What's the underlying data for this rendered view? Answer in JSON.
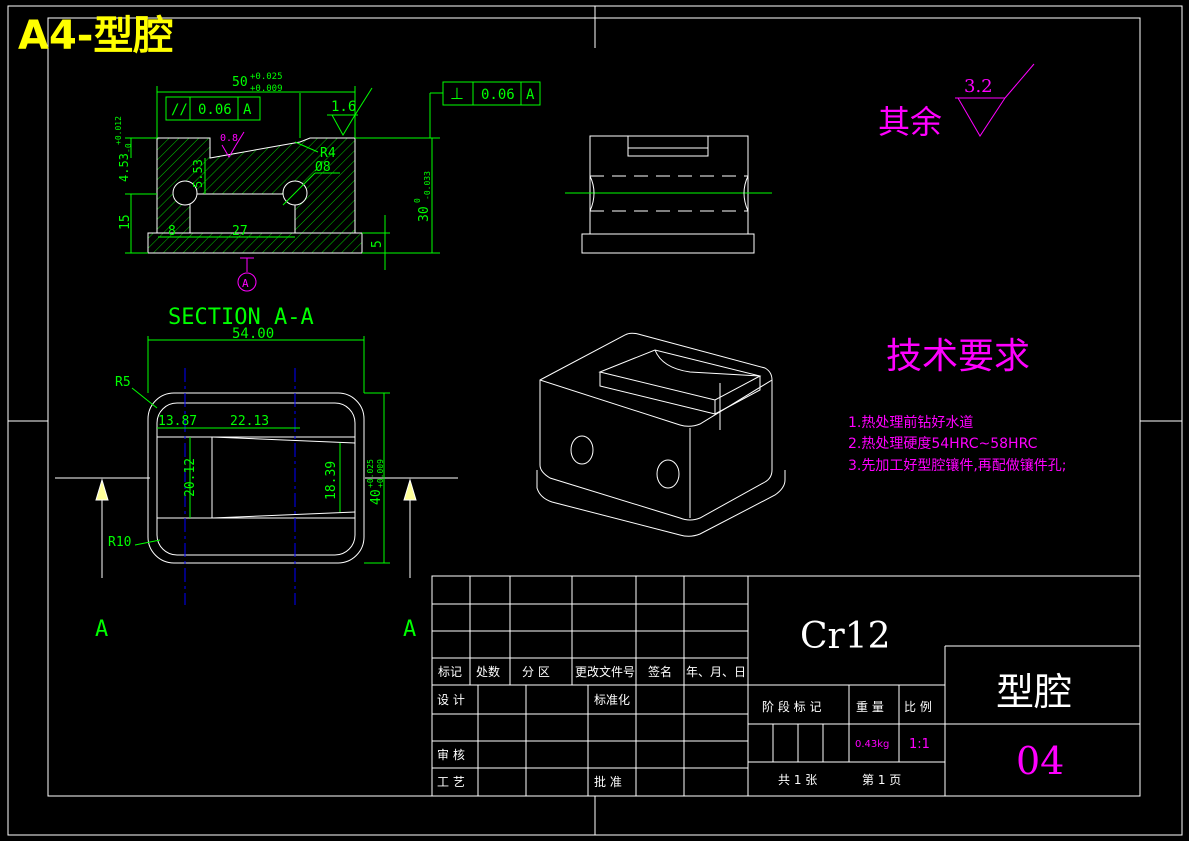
{
  "sheet_title": "A4-型腔",
  "front_view": {
    "dim_top": "50",
    "dim_top_tol_upper": "+0.025",
    "dim_top_tol_lower": "+0.009",
    "parallel_symbol": "//",
    "parallel_value": "0.06",
    "parallel_datum": "A",
    "surface_roughness_top": "1.6",
    "perp_symbol": "⊥",
    "perp_value": "0.06",
    "perp_datum": "A",
    "roughness_small": "0.8",
    "dim_left_upper": "4.53",
    "dim_left_upper_tol_upper": "+0.012",
    "dim_left_upper_tol_lower": "-0",
    "dim_depth": "5.53",
    "radius_r4": "R4",
    "hole_dia": "Ø8",
    "dim_height": "30",
    "dim_height_tol_upper": "0",
    "dim_height_tol_lower": "-0.033",
    "dim_15": "15",
    "dim_8": "8",
    "dim_27": "27",
    "dim_5": "5",
    "datum_label": "A"
  },
  "section_view": {
    "title": "SECTION A-A",
    "dim_width": "54.00",
    "radius_r5": "R5",
    "radius_r10": "R10",
    "dim_1387": "13.87",
    "dim_2213": "22.13",
    "dim_2012": "20.12",
    "dim_1839": "18.39",
    "dim_40": "40",
    "dim_40_tol_upper": "+0.025",
    "dim_40_tol_lower": "+0.009",
    "cut_label_left": "A",
    "cut_label_right": "A"
  },
  "roughness_rest": {
    "label": "其余",
    "value": "3.2"
  },
  "tech_requirements": {
    "heading": "技术要求",
    "items": [
      "1.热处理前钻好水道",
      "2.热处理硬度54HRC~58HRC",
      "3.先加工好型腔镶件,再配做镶件孔;"
    ]
  },
  "title_block": {
    "material": "Cr12",
    "part_name": "型腔",
    "drawing_no": "04",
    "col_mark": "标记",
    "col_count": "处数",
    "col_zone": "分 区",
    "col_change_doc": "更改文件号",
    "col_sign": "签名",
    "col_date": "年、月、日",
    "row_design": "设 计",
    "row_standardize": "标准化",
    "row_review": "审 核",
    "row_process": "工 艺",
    "row_approve": "批 准",
    "stage_mark": "阶 段 标 记",
    "weight_label": "重 量",
    "scale_label": "比 例",
    "weight_value": "0.43kg",
    "scale_value": "1:1",
    "sheets_total": "共 1 张",
    "sheet_number": "第 1 页"
  },
  "colors": {
    "line_white": "#ffffff",
    "line_green": "#00ff00",
    "text_magenta": "#ff00ff",
    "title_yellow": "#ffff00",
    "centerline_blue": "#0000ff",
    "datum_magenta": "#ff00ff",
    "background": "#000000"
  }
}
